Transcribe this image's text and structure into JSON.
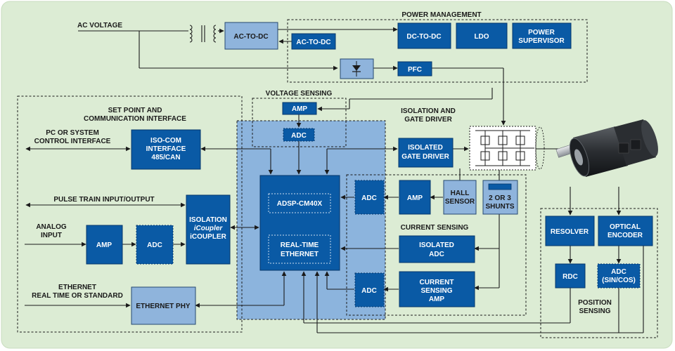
{
  "colors": {
    "background": "#dcecd4",
    "dark_block": "#0a5aa5",
    "light_block": "#8fb4dc",
    "processor_region": "#8cb4dd",
    "line": "#1a1a1a"
  },
  "labels": {
    "ac_voltage": "AC VOLTAGE",
    "power_management": "POWER MANAGEMENT",
    "voltage_sensing": "VOLTAGE SENSING",
    "set_point_1": "SET POINT AND",
    "set_point_2": "COMMUNICATION INTERFACE",
    "pc_interface_1": "PC OR SYSTEM",
    "pc_interface_2": "CONTROL INTERFACE",
    "pulse_train": "PULSE TRAIN INPUT/OUTPUT",
    "analog_1": "ANALOG",
    "analog_2": "INPUT",
    "ethernet_1": "ETHERNET",
    "ethernet_2": "REAL TIME OR STANDARD",
    "isolation_gate_1": "ISOLATION AND",
    "isolation_gate_2": "GATE DRIVER",
    "current_sensing": "CURRENT SENSING",
    "position_sensing_1": "POSITION",
    "position_sensing_2": "SENSING"
  },
  "blocks": {
    "ac_to_dc_primary": "AC-TO-DC",
    "ac_to_dc_secondary": "AC-TO-DC",
    "dc_to_dc": "DC-TO-DC",
    "ldo": "LDO",
    "power_supervisor_1": "POWER",
    "power_supervisor_2": "SUPERVISOR",
    "pfc": "PFC",
    "vs_amp": "AMP",
    "vs_adc": "ADC",
    "iso_com_1": "ISO-COM",
    "iso_com_2": "INTERFACE",
    "iso_com_3": "485/CAN",
    "processor": "ADSP-CM40X",
    "rt_ethernet_1": "REAL-TIME",
    "rt_ethernet_2": "ETHERNET",
    "isolated_gate_driver_1": "ISOLATED",
    "isolated_gate_driver_2": "GATE DRIVER",
    "analog_amp": "AMP",
    "analog_adc": "ADC",
    "isocoupler_1": "ISOLATION",
    "isocoupler_2": "iCoupler",
    "isocoupler_3": "iCOUPLER",
    "ethernet_phy": "ETHERNET PHY",
    "hall_adc": "ADC",
    "hall_amp": "AMP",
    "hall_sensor_1": "HALL",
    "hall_sensor_2": "SENSOR",
    "shunts_1": "2 OR 3",
    "shunts_2": "SHUNTS",
    "isolated_adc_1": "ISOLATED",
    "isolated_adc_2": "ADC",
    "cs_adc": "ADC",
    "cs_amp_1": "CURRENT",
    "cs_amp_2": "SENSING",
    "cs_amp_3": "AMP",
    "resolver": "RESOLVER",
    "optical_encoder_1": "OPTICAL",
    "optical_encoder_2": "ENCODER",
    "rdc": "RDC",
    "adc_sincos_1": "ADC",
    "adc_sincos_2": "(SIN/COS)"
  }
}
